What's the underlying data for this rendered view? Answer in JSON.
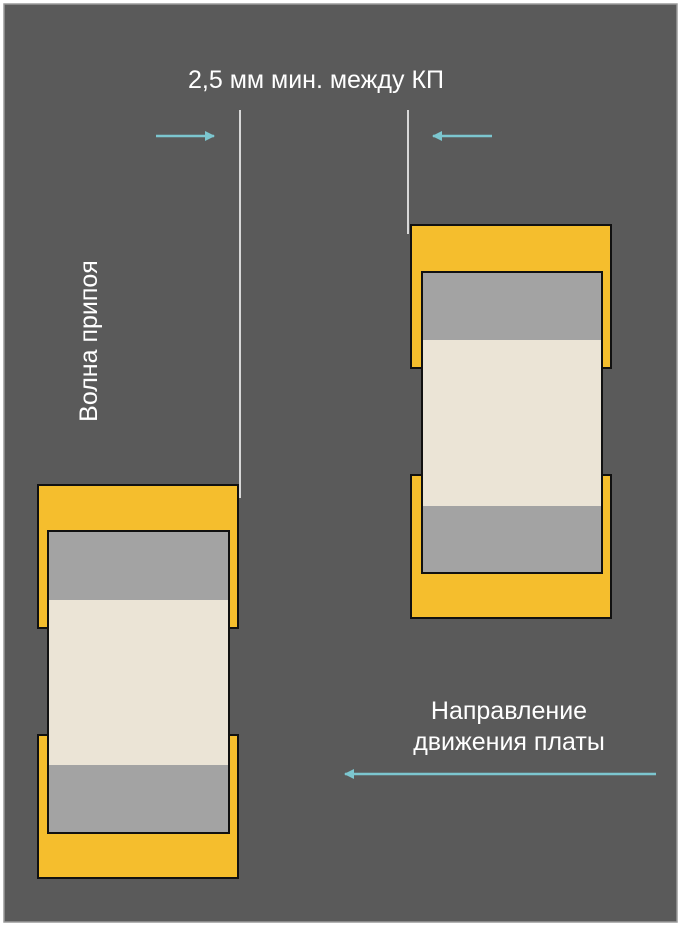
{
  "labels": {
    "spacing": "2,5 мм мин. между КП",
    "wave": "Волна припоя",
    "direction_line1": "Направление",
    "direction_line2": "движения платы"
  },
  "colors": {
    "background": "#5a5a5a",
    "frame": "#9a9a9a",
    "pad": "#f5be2d",
    "outline": "#111111",
    "terminal": "#a3a3a3",
    "body": "#ebe4d6",
    "arrow": "#7cc6cf",
    "guide": "#d8d8d8",
    "text": "#ffffff"
  }
}
